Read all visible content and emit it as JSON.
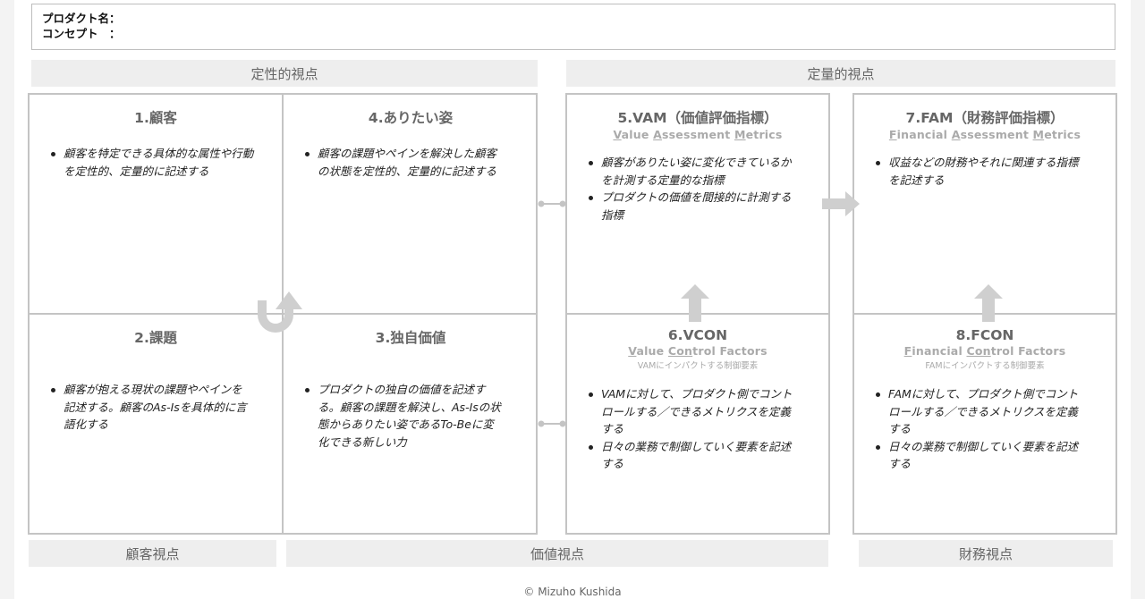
{
  "header": {
    "product_label": "プロダクト名：",
    "concept_label": "コンセプト　："
  },
  "bands": {
    "qualitative": "定性的視点",
    "quantitative": "定量的視点",
    "customer": "顧客視点",
    "value": "価値視点",
    "finance": "財務視点"
  },
  "cells": {
    "c1": {
      "title": "1.顧客",
      "bullets": [
        "顧客を特定できる具体的な属性や行動を定性的、定量的に記述する"
      ]
    },
    "c2": {
      "title": "2.課題",
      "bullets": [
        "顧客が抱える現状の課題やペインを記述する。顧客のAs-Isを具体的に言語化する"
      ]
    },
    "c3": {
      "title": "3.独自価値",
      "bullets": [
        "プロダクトの独自の価値を記述する。顧客の課題を解決し、As-Isの状態からありたい姿であるTo-Beに変化できる新しい力"
      ]
    },
    "c4": {
      "title": "4.ありたい姿",
      "bullets": [
        "顧客の課題やペインを解決した顧客の状態を定性的、定量的に記述する"
      ]
    },
    "c5": {
      "title": "5.VAM（価値評価指標）",
      "sub": [
        "V",
        "alue ",
        "A",
        "ssessment ",
        "M",
        "etrics"
      ],
      "bullets": [
        "顧客がありたい姿に変化できているかを計測する定量的な指標",
        "プロダクトの価値を間接的に計測する指標"
      ]
    },
    "c6": {
      "title": "6.VCON",
      "sub": [
        "V",
        "alue ",
        "Con",
        "trol Factors"
      ],
      "sub2": "VAMにインパクトする制御要素",
      "bullets": [
        "VAMに対して、プロダクト側でコントロールする／できるメトリクスを定義する",
        "日々の業務で制御していく要素を記述する"
      ]
    },
    "c7": {
      "title": "7.FAM（財務評価指標）",
      "sub": [
        "F",
        "inancial ",
        "A",
        "ssessment ",
        "M",
        "etrics"
      ],
      "bullets": [
        "収益などの財務やそれに関連する指標を記述する"
      ]
    },
    "c8": {
      "title": "8.FCON",
      "sub": [
        "F",
        "inancial ",
        "Con",
        "trol Factors"
      ],
      "sub2": "FAMにインパクトする制御要素",
      "bullets": [
        "FAMに対して、プロダクト側でコントロールする／できるメトリクスを定義する",
        "日々の業務で制御していく要素を記述する"
      ]
    }
  },
  "icons": {
    "u_turn": "u-turn-arrow-icon",
    "arrow_right": "arrow-right-icon",
    "arrow_up": "arrow-up-icon"
  },
  "colors": {
    "border": "#c4c4c4",
    "band": "#eeeeee",
    "arrow": "#cfcfcf"
  },
  "footer": "© Mizuho Kushida"
}
